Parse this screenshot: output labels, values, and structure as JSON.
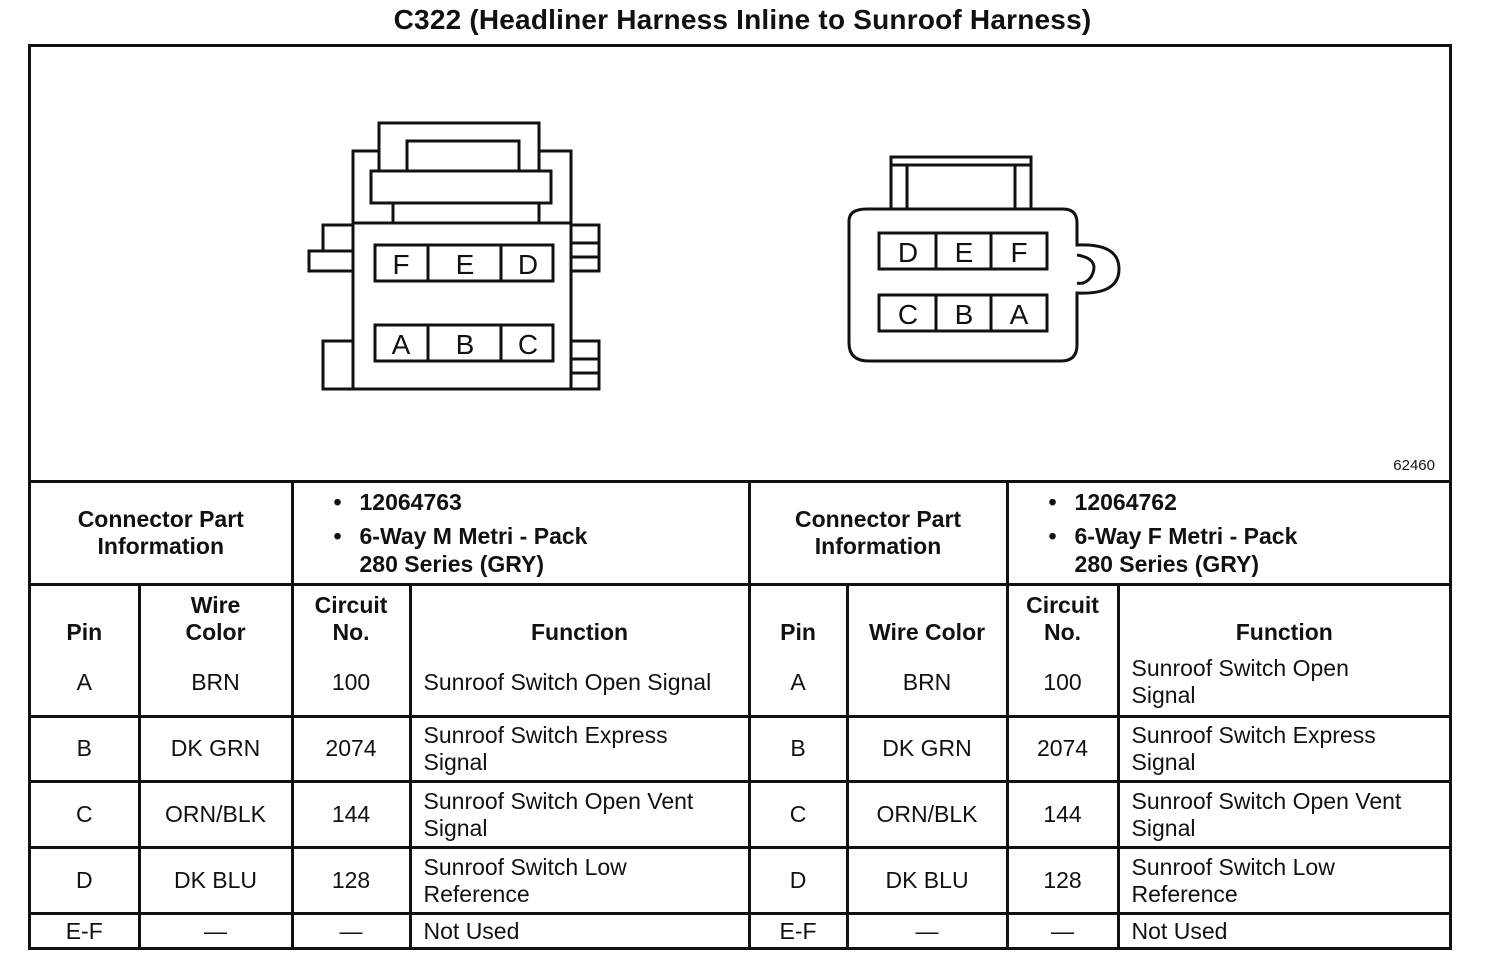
{
  "title": "C322 (Headliner Harness Inline to Sunroof Harness)",
  "figure_number": "62460",
  "connectors": {
    "male": {
      "top_row": [
        "F",
        "E",
        "D"
      ],
      "bottom_row": [
        "A",
        "B",
        "C"
      ]
    },
    "female": {
      "top_row": [
        "D",
        "E",
        "F"
      ],
      "bottom_row": [
        "C",
        "B",
        "A"
      ]
    }
  },
  "part_info": {
    "label_line1": "Connector Part",
    "label_line2": "Information",
    "bullet": "•",
    "left": {
      "part_number": "12064763",
      "desc_line1": "6-Way M Metri - Pack",
      "desc_line2": "280 Series (GRY)"
    },
    "right": {
      "part_number": "12064762",
      "desc_line1": "6-Way F Metri - Pack",
      "desc_line2": "280 Series (GRY)"
    }
  },
  "headers": {
    "pin": "Pin",
    "wire_color_line1": "Wire",
    "wire_color_line2": "Color",
    "wire_color_single": "Wire Color",
    "circuit_line1": "Circuit",
    "circuit_line2": "No.",
    "function": "Function"
  },
  "rows": [
    {
      "pin": "A",
      "color": "BRN",
      "circuit": "100",
      "left_fn": [
        "Sunroof Switch Open Signal"
      ],
      "right_fn": [
        "Sunroof Switch Open",
        "Signal"
      ]
    },
    {
      "pin": "B",
      "color": "DK GRN",
      "circuit": "2074",
      "left_fn": [
        "Sunroof Switch Express",
        "Signal"
      ],
      "right_fn": [
        "Sunroof Switch Express",
        "Signal"
      ]
    },
    {
      "pin": "C",
      "color": "ORN/BLK",
      "circuit": "144",
      "left_fn": [
        "Sunroof Switch Open Vent",
        "Signal"
      ],
      "right_fn": [
        "Sunroof Switch Open Vent",
        "Signal"
      ]
    },
    {
      "pin": "D",
      "color": "DK BLU",
      "circuit": "128",
      "left_fn": [
        "Sunroof Switch Low",
        "Reference"
      ],
      "right_fn": [
        "Sunroof Switch Low",
        "Reference"
      ]
    },
    {
      "pin": "E-F",
      "color": "—",
      "circuit": "—",
      "left_fn": [
        "Not Used"
      ],
      "right_fn": [
        "Not Used"
      ]
    }
  ]
}
